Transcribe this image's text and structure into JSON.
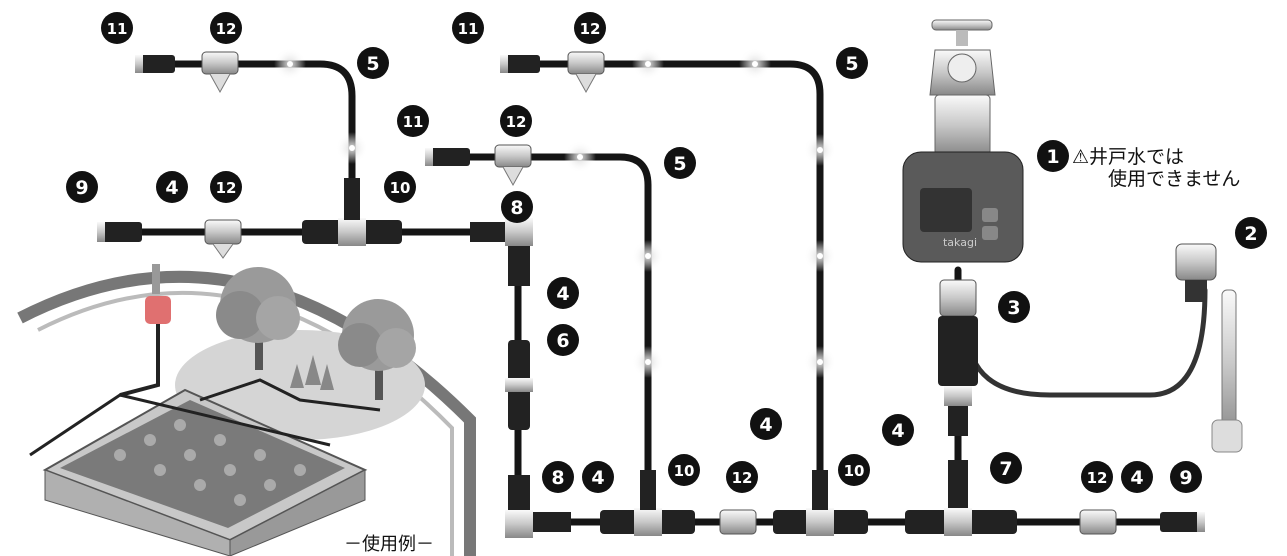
{
  "callouts": [
    "1",
    "2",
    "3",
    "4",
    "5",
    "6",
    "7",
    "8",
    "9",
    "10",
    "11",
    "12"
  ],
  "note": {
    "warning_icon": "warning-triangle-icon",
    "line1": "井戸水では",
    "line2": "使用できません"
  },
  "controller_brand": "takagi",
  "inset_caption": "－使用例－"
}
